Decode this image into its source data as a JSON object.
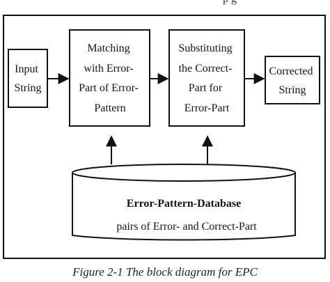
{
  "top_cut_text": "p        g",
  "boxes": {
    "input": [
      "Input",
      "String"
    ],
    "matching": [
      "Matching",
      "with Error-",
      "Part of Error-",
      "Pattern"
    ],
    "substituting": [
      "Substituting",
      "the Correct-",
      "Part for",
      "Error-Part"
    ],
    "corrected": [
      "Corrected",
      "String"
    ]
  },
  "database": {
    "title": "Error-Pattern-Database",
    "subtitle": "pairs of Error- and Correct-Part"
  },
  "caption": "Figure 2-1 The block diagram for EPC"
}
